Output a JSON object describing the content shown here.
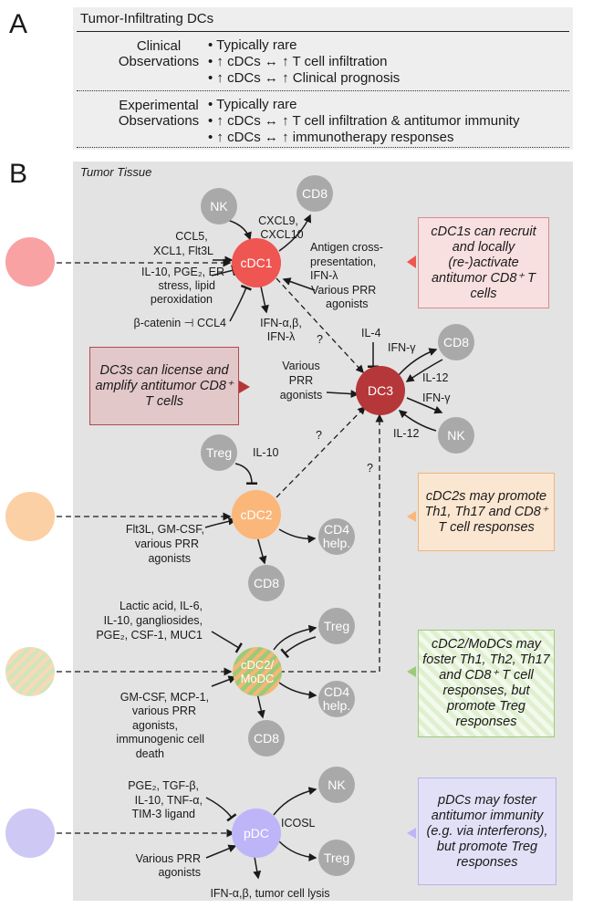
{
  "panelA": {
    "letter": "A",
    "title": "Tumor-Infiltrating DCs",
    "clinical": {
      "label_l1": "Clinical",
      "label_l2": "Observations",
      "bullets": [
        "• Typically rare",
        "• ↑ cDCs ↔ ↑ T cell infiltration",
        "• ↑ cDCs ↔ ↑ Clinical prognosis"
      ]
    },
    "experimental": {
      "label_l1": "Experimental",
      "label_l2": "Observations",
      "bullets": [
        "• Typically rare",
        "• ↑ cDCs ↔ ↑ T cell infiltration & antitumor immunity",
        "• ↑ cDCs ↔ ↑ immunotherapy responses"
      ]
    }
  },
  "panelB": {
    "letter": "B",
    "tissue_label": "Tumor Tissue",
    "nodes": {
      "cdc1": "cDC1",
      "dc3": "DC3",
      "cdc2": "cDC2",
      "modc_l1": "cDC2/",
      "modc_l2": "MoDC",
      "pdc": "pDC",
      "nk1": "NK",
      "cd8_1": "CD8",
      "cd8_dc3": "CD8",
      "nk_dc3": "NK",
      "treg_cdc2": "Treg",
      "cd4_l1": "CD4",
      "cd4_l2": "help.",
      "cd8_cdc2": "CD8",
      "treg_modc": "Treg",
      "cd4m_l1": "CD4",
      "cd4m_l2": "help.",
      "cd8_modc": "CD8",
      "nk_pdc": "NK",
      "treg_pdc": "Treg"
    },
    "labels": {
      "ccl5": "CCL5,",
      "xcl1": "XCL1, Flt3L",
      "cxcl9": "CXCL9,",
      "cxcl10": "CXCL10",
      "ag1": "Antigen cross-",
      "ag2": "presentation,",
      "ag3": "IFN-λ",
      "il10a": "IL-10, PGE₂, ER",
      "il10b": "stress, lipid",
      "il10c": "peroxidation",
      "prr1": "Various PRR",
      "prr2": "agonists",
      "bcat": "β-catenin ⊣ CCL4",
      "ifn1": "IFN-α,β,",
      "ifn2": "IFN-λ",
      "q1": "?",
      "q2": "?",
      "q3": "?",
      "il4": "IL-4",
      "ifng1": "IFN-γ",
      "il12a": "IL-12",
      "ifng2": "IFN-γ",
      "il12b": "IL-12",
      "vprr1": "Various",
      "vprr2": "PRR",
      "vprr3": "agonists",
      "il10_cdc2": "IL-10",
      "flt1": "Flt3L, GM-CSF,",
      "flt2": "various PRR",
      "flt3": "agonists",
      "lac1": "Lactic acid, IL-6,",
      "lac2": "IL-10, gangliosides,",
      "lac3": "PGE₂, CSF-1, MUC1",
      "gm1": "GM-CSF, MCP-1,",
      "gm2": "various PRR",
      "gm3": "agonists,",
      "gm4": "immunogenic cell",
      "gm5": "death",
      "pge1": "PGE₂, TGF-β,",
      "pge2": "IL-10, TNF-α,",
      "pge3": "TIM-3 ligand",
      "icosl": "ICOSL",
      "vp1": "Various PRR",
      "vp2": "agonists",
      "lysis": "IFN-α,β, tumor cell lysis"
    },
    "boxes": {
      "cdc1_box": "cDC1s can recruit and locally (re-)activate antitumor CD8⁺ T cells",
      "dc3_box": "DC3s can license and amplify antitumor CD8⁺ T cells",
      "cdc2_box": "cDC2s may promote Th1, Th17 and CD8⁺ T cell responses",
      "modc_box": "cDC2/MoDCs may foster Th1, Th2, Th17 and CD8⁺ T cell responses, but promote Treg responses",
      "pdc_box": "pDCs may foster antitumor immunity (e.g. via interferons), but promote Treg responses"
    },
    "colors": {
      "cdc1": "#ef5551",
      "cdc1_light": "#f8a2a4",
      "dc3": "#b5373a",
      "cdc2": "#fbb67a",
      "cdc2_light": "#fcd0a5",
      "modc_green": "#9bcb77",
      "modc_orange": "#f4b777",
      "pdc": "#bdb5f8",
      "pdc_light": "#cdc8f4",
      "grey_node": "#a9a9a9",
      "box_red_bg": "#f8dfe0",
      "box_red_border": "#d98a8c",
      "box_dc3_bg": "#e3c8c9",
      "box_dc3_border": "#b04a4d",
      "box_orange_bg": "#fbe6d1",
      "box_orange_border": "#f0b47c",
      "box_green_bg": "#dff0d0",
      "box_green_border": "#9ccc75",
      "box_purple_bg": "#e2e0f6",
      "box_purple_border": "#b8b2ec"
    }
  }
}
